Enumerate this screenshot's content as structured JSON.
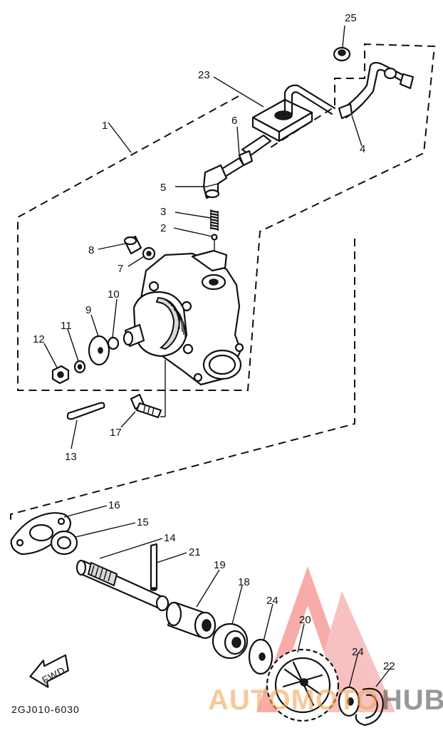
{
  "diagram": {
    "code_label": "2GJ010-6030",
    "fwd_label": "FWD",
    "callouts": [
      "25",
      "23",
      "4",
      "6",
      "1",
      "5",
      "3",
      "2",
      "8",
      "7",
      "10",
      "9",
      "11",
      "12",
      "13",
      "17",
      "16",
      "15",
      "14",
      "21",
      "19",
      "18",
      "24",
      "20",
      "24",
      "22"
    ]
  },
  "watermark": {
    "text_part1": "AUTOMOTO",
    "text_part2": "HUB",
    "color_primary": "#f26a66",
    "color_secondary": "#f2a65a",
    "color_dark": "#555555"
  }
}
